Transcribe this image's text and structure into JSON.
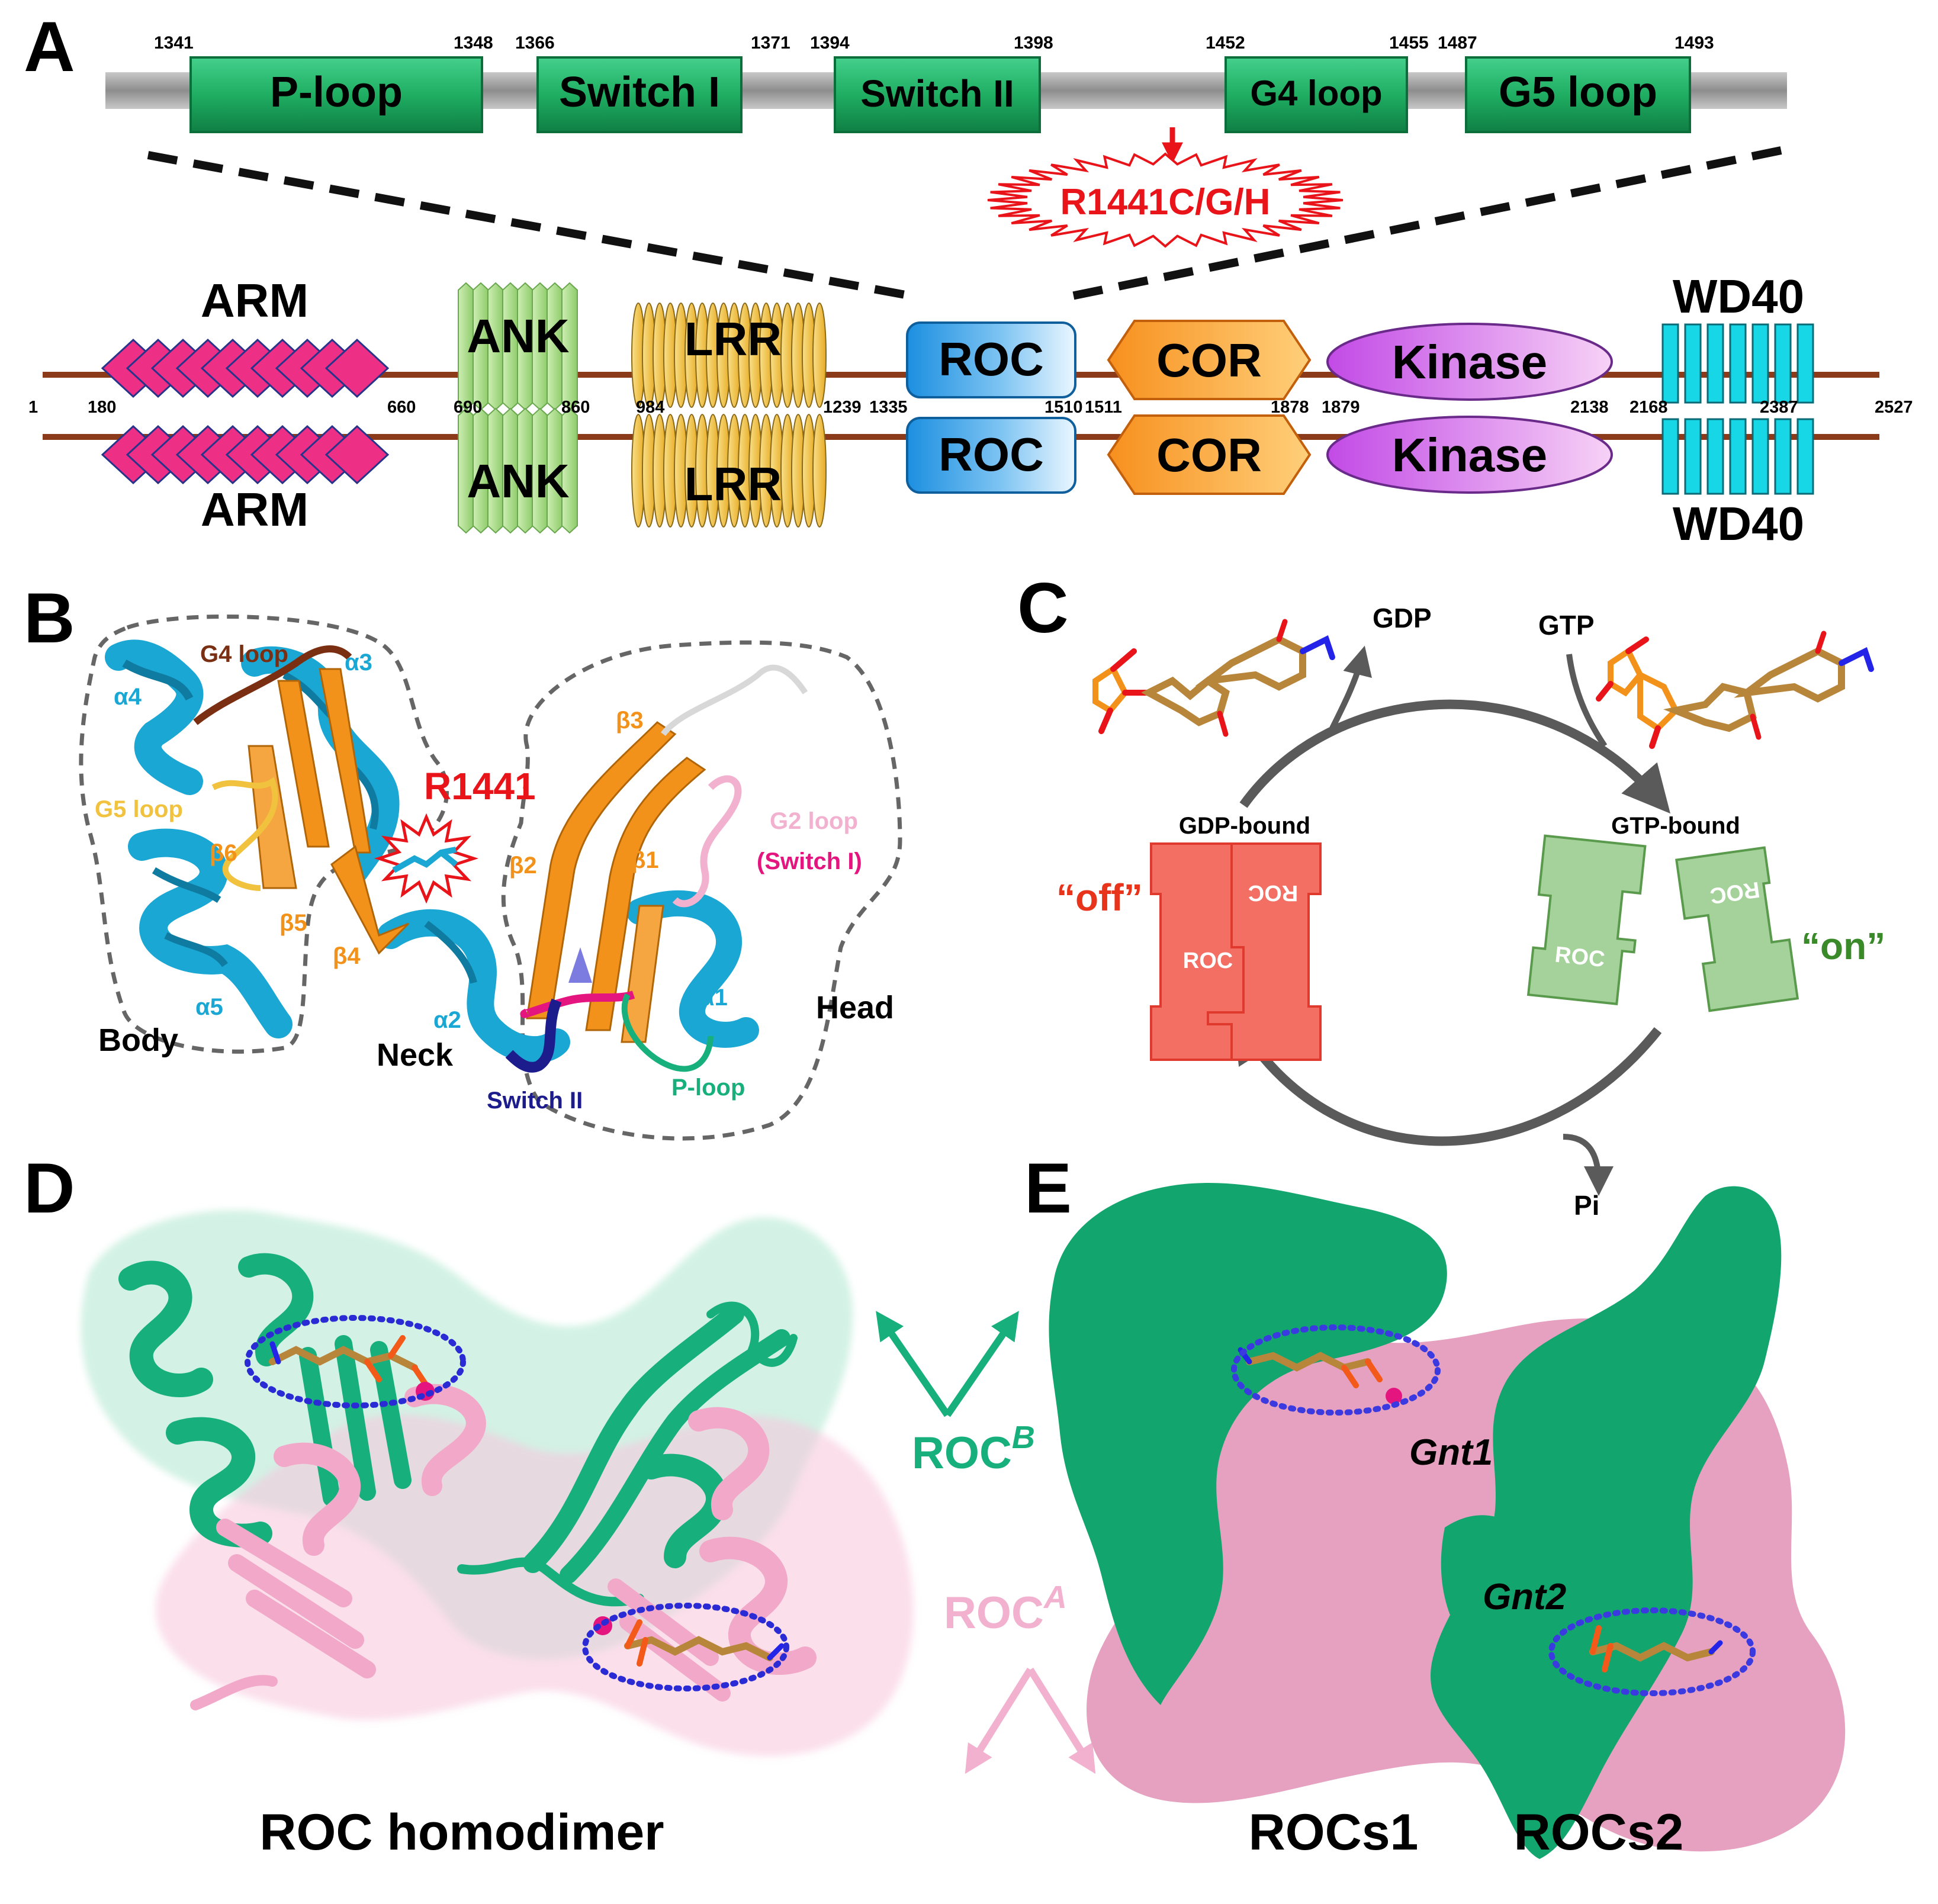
{
  "panels": {
    "A": "A",
    "B": "B",
    "C": "C",
    "D": "D",
    "E": "E"
  },
  "panelA": {
    "roc_motifs": [
      {
        "label": "P-loop",
        "start": "1341",
        "end": "1348"
      },
      {
        "label": "Switch I",
        "start": "1366",
        "end": "1371"
      },
      {
        "label": "Switch II",
        "start": "1394",
        "end": "1398"
      },
      {
        "label": "G4 loop",
        "start": "1452",
        "end": "1455"
      },
      {
        "label": "G5 loop",
        "start": "1487",
        "end": "1493"
      }
    ],
    "mutation": "R1441C/G/H",
    "domains": {
      "arm": "ARM",
      "ank": "ANK",
      "lrr": "LRR",
      "roc": "ROC",
      "cor": "COR",
      "kinase": "Kinase",
      "wd40": "WD40"
    },
    "positions": [
      "1",
      "180",
      "660",
      "690",
      "860",
      "984",
      "1239",
      "1335",
      "1510",
      "1511",
      "1878",
      "1879",
      "2138",
      "2168",
      "2387",
      "2527"
    ]
  },
  "panelB": {
    "helices": [
      "α1",
      "α2",
      "α3",
      "α4",
      "α5"
    ],
    "strands": [
      "β1",
      "β2",
      "β3",
      "β4",
      "β5",
      "β6"
    ],
    "g4_loop": "G4 loop",
    "g5_loop": "G5 loop",
    "residue": "R1441",
    "g2_loop": "G2 loop",
    "switch1": "(Switch I)",
    "switch2": "Switch II",
    "ploop": "P-loop",
    "regions": {
      "body": "Body",
      "neck": "Neck",
      "head": "Head"
    }
  },
  "panelC": {
    "gdp": "GDP",
    "gtp": "GTP",
    "gdp_bound": "GDP-bound",
    "gtp_bound": "GTP-bound",
    "off": "“off”",
    "on": "“on”",
    "roc": "ROC",
    "pi": "Pi"
  },
  "panelD": {
    "title": "ROC homodimer",
    "roc_b": "ROC",
    "roc_b_sup": "B",
    "roc_a": "ROC",
    "roc_a_sup": "A"
  },
  "panelE": {
    "gnt1": "Gnt1",
    "gnt2": "Gnt2",
    "rocs1": "ROCs1",
    "rocs2": "ROCs2"
  },
  "colors": {
    "motif_green": "#1fae62",
    "arm_pink": "#ee2f86",
    "ank_green": "#a9dd86",
    "lrr_gold": "#f0c23e",
    "roc_blue": "#1c8fe0",
    "cor_orange": "#f7901e",
    "kinase_violet": "#c257e3",
    "wd40_cyan": "#17d6e6",
    "mutation_red": "#e8141a",
    "helix_cyan": "#1ba7d4",
    "strand_orange": "#f3921a",
    "teal": "#17b07d",
    "pink": "#f2b2cf",
    "gray_arrow": "#5a5a5a",
    "off_red": "#f36e63",
    "on_green": "#a4d29a",
    "dotted_blue": "#2b2bd6"
  }
}
